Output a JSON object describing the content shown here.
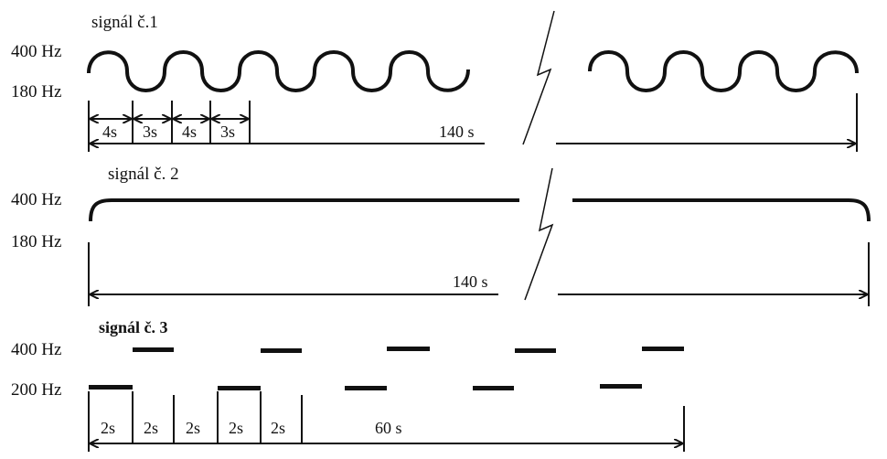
{
  "signal1": {
    "title": "signál č.1",
    "freq_high": "400 Hz",
    "freq_low": "180 Hz",
    "intervals": [
      "4s",
      "3s",
      "4s",
      "3s"
    ],
    "total": "140 s"
  },
  "signal2": {
    "title": "signál č. 2",
    "freq_high": "400 Hz",
    "freq_low": "180 Hz",
    "total": "140 s"
  },
  "signal3": {
    "title": "signál č. 3",
    "freq_high": "400 Hz",
    "freq_low": "200 Hz",
    "intervals": [
      "2s",
      "2s",
      "2s",
      "2s",
      "2s"
    ],
    "total": "60 s"
  },
  "colors": {
    "ink": "#111111",
    "background": "#ffffff"
  }
}
